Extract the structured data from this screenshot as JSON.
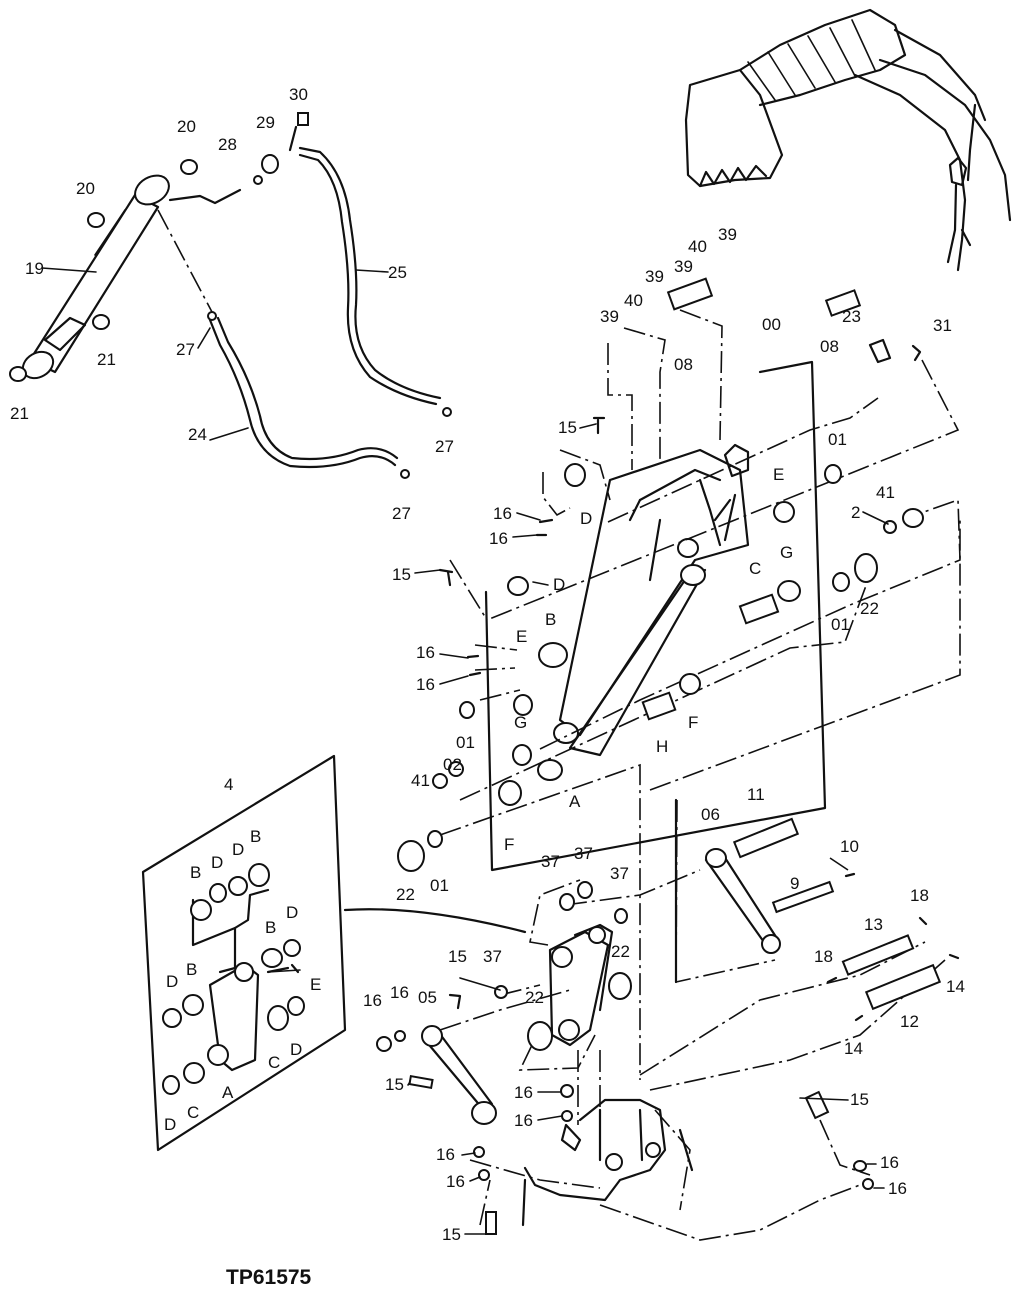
{
  "figure_code": "TP61575",
  "labels": {
    "l30": "30",
    "l20a": "20",
    "l29": "29",
    "l28": "28",
    "l20b": "20",
    "l19": "19",
    "l25": "25",
    "l27a": "27",
    "l21a": "21",
    "l21b": "21",
    "l24": "24",
    "l27b": "27",
    "l27c": "27",
    "l39a": "39",
    "l40a": "40",
    "l39b": "39",
    "l39c": "39",
    "l40b": "40",
    "l39d": "39",
    "l00": "00",
    "l08a": "08",
    "l08b": "08",
    "l23": "23",
    "l31": "31",
    "l15a": "15",
    "l01a": "01",
    "lEa": "E",
    "l16a": "16",
    "l16b": "16",
    "lDa": "D",
    "l41a": "41",
    "l2": "2",
    "l15b": "15",
    "lDb": "D",
    "lG": "G",
    "lC": "C",
    "l01b": "01",
    "l22a": "22",
    "lB": "B",
    "lEb": "E",
    "l16c": "16",
    "l16d": "16",
    "l01c": "01",
    "lGb": "G",
    "lH": "H",
    "lF": "F",
    "l41b": "41",
    "l02": "02",
    "lA": "A",
    "lFb": "F",
    "l22b": "22",
    "l01d": "01",
    "l4": "4",
    "k_D1": "D",
    "k_B1": "B",
    "k_D2": "D",
    "k_B2": "B",
    "k_D3": "D",
    "k_B3": "B",
    "k_E": "E",
    "k_D4": "D",
    "k_B4": "B",
    "k_D5": "D",
    "k_C1": "C",
    "k_A": "A",
    "k_C2": "C",
    "k_D6": "D",
    "l06": "06",
    "l11": "11",
    "l10": "10",
    "l9": "9",
    "l37a": "37",
    "l37b": "37",
    "l37c": "37",
    "l37d": "37",
    "l22c": "22",
    "l22d": "22",
    "l18a": "18",
    "l13": "13",
    "l18b": "18",
    "l14a": "14",
    "l12": "12",
    "l14b": "14",
    "l15c": "15",
    "l05": "05",
    "l16e": "16",
    "l16f": "16",
    "l15d": "15",
    "l16g": "16",
    "l16h": "16",
    "l15e": "15",
    "l16i": "16",
    "l16j": "16",
    "l16k": "16",
    "l16l": "16",
    "l15f": "15"
  }
}
